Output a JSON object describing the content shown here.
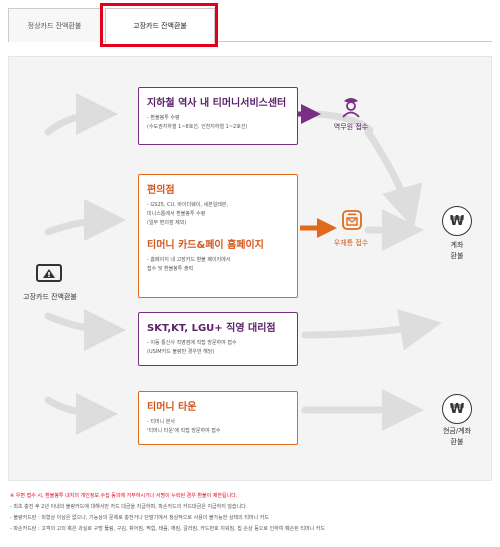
{
  "tabs": [
    {
      "label": "정상카드 잔액환불",
      "active": false
    },
    {
      "label": "고장카드 잔액환불",
      "active": true
    }
  ],
  "start": {
    "label": "고장카드 잔액환불",
    "icon": "warning-card-icon"
  },
  "routes": {
    "subway": {
      "title": "지하철 역사 내 티머니서비스센터",
      "lines": [
        "- 환불봉투 수령",
        "(수도권지하철 1~8호선, 인천지하철 1~2호선)"
      ],
      "dest": "역무원 접수",
      "icon": "station-staff-icon"
    },
    "cvs": {
      "title": "편의점",
      "lines": [
        "- GS25, CU, 바이더웨이, 세븐일레븐,",
        "미니스톱에서 환불봉투 수령",
        "(일부 편의점 제외)"
      ]
    },
    "web": {
      "title": "티머니 카드&페이 홈페이지",
      "lines": [
        "- 홈페이지 내 고장카드 환불 페이지에서",
        "접수 및 환불봉투 출력"
      ]
    },
    "post": {
      "dest": "우체통 접수",
      "icon": "postbox-icon"
    },
    "telecom": {
      "title": "SKT,KT, LGU+ 직영 대리점",
      "lines": [
        "- 이동 통신사 직영점에 직접 방문하여 접수",
        "(USIM카드 불량만 경우만 해당)"
      ]
    },
    "tmoney": {
      "title": "티머니 타운",
      "lines": [
        "- 티머니 본사",
        "'티머니 타운'에 직접 방문하여 접수"
      ]
    }
  },
  "results": [
    {
      "symbol": "₩",
      "label1": "계좌",
      "label2": "환불",
      "icon": "won-icon"
    },
    {
      "symbol": "₩",
      "label1": "현금/계좌",
      "label2": "환불",
      "icon": "won-icon"
    }
  ],
  "notes": {
    "warning": "※ 우편 접수 시, 환불봉투 내지의 개인정보 수집 동의에 거부하시거나 서명이 누락된 경우 환불이 제한됩니다.",
    "items": [
      "- 최초 충전 후 2년 이내의 불량카드에 대해서만 카드 대금을 지급하며, 파손카드의 카드대금은 지급하지 않습니다.",
      "- 불량카드란 : 외형상 이상은 없으나, 기능상의 문제로 충전거나 단말기에서 정상적으로 사용이 불가능한 상태의 티머니 카드",
      "- 파손카드란 : 고객의 고의 혹은 과실로 구멍 뚫림, 구김, 휘어짐, 찍힘, 태움, 깨짐, 갈라짐, 카드번호 지워짐, 칩 손상 등으로 인하여 훼손된 티머니 카드"
    ]
  },
  "colors": {
    "purple": "#7a2f86",
    "orange": "#e06a1a",
    "highlight": "#e4001b"
  }
}
